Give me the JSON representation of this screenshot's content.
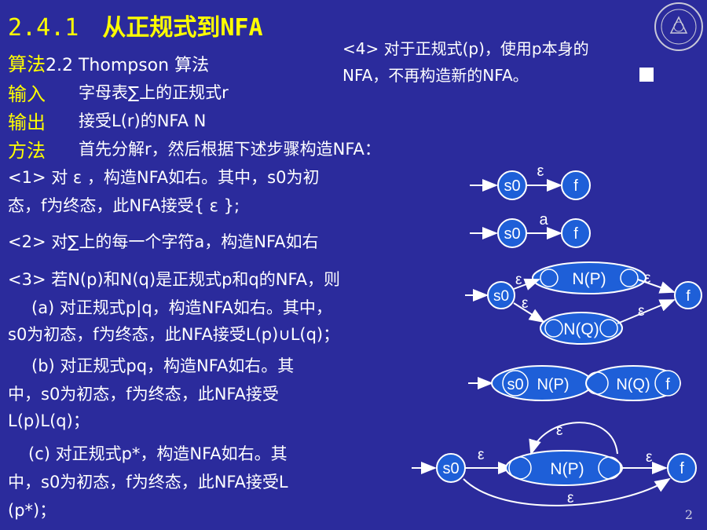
{
  "title_num": "2.4.1",
  "title_text": "从正规式到NFA",
  "algorithm_label": "算法",
  "algorithm_name": "2.2 Thompson 算法",
  "note_line1": "<4> 对于正规式(p)，使用p本身的",
  "note_line2": "NFA，不再构造新的NFA。",
  "input_label": "输入",
  "input_text": "字母表∑上的正规式r",
  "output_label": "输出",
  "output_text": "接受L(r)的NFA N",
  "method_label": "方法",
  "method_text": "首先分解r，然后根据下述步骤构造NFA：",
  "rule1_line1": "<1> 对 ε ，构造NFA如右。其中，s0为初",
  "rule1_line2": "态，f为终态，此NFA接受{ ε };",
  "rule2": "<2> 对∑上的每一个字符a，构造NFA如右",
  "rule3_line1": "<3> 若N(p)和N(q)是正规式p和q的NFA，则",
  "rule3a_line1": "(a) 对正规式p|q，构造NFA如右。其中，",
  "rule3a_line2": "s0为初态，f为终态，此NFA接受L(p)∪L(q)；",
  "rule3b_line1": "(b) 对正规式pq，构造NFA如右。其",
  "rule3b_line2": "中，s0为初态，f为终态，此NFA接受",
  "rule3b_line3": "L(p)L(q)；",
  "rule3c_line1": "(c) 对正规式p*，构造NFA如右。其",
  "rule3c_line2": "中，s0为初态，f为终态，此NFA接受L",
  "rule3c_line3": "(p*)；",
  "page_number": "2",
  "diagram": {
    "s0": "s0",
    "f": "f",
    "epsilon": "ε",
    "a": "a",
    "np": "N(P)",
    "nq": "N(Q)"
  },
  "colors": {
    "background": "#2b2b9c",
    "title": "#ffff00",
    "node_fill": "#1e5fd8",
    "text": "#ffffff"
  }
}
